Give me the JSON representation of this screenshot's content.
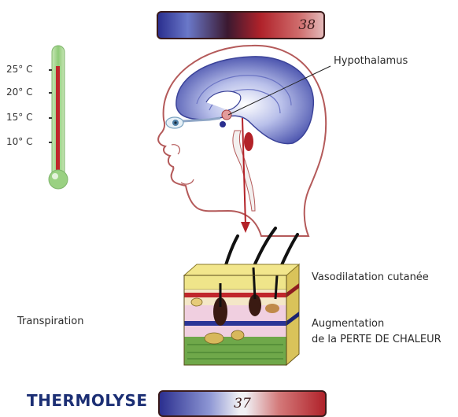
{
  "top_bar": {
    "value": "38"
  },
  "bottom_bar": {
    "value": "37"
  },
  "thermometer": {
    "ticks": [
      "25° C",
      "20° C",
      "15° C",
      "10° C"
    ]
  },
  "labels": {
    "hypothalamus": "Hypothalamus",
    "vasodilatation": "Vasodilatation cutanée",
    "transpiration": "Transpiration",
    "augmentation_line1": "Augmentation",
    "augmentation_line2": "de la PERTE DE CHALEUR"
  },
  "title": "THERMOLYSE",
  "colors": {
    "cold": "#2a2f8f",
    "hot": "#c0262b",
    "title": "#1c2f74"
  }
}
